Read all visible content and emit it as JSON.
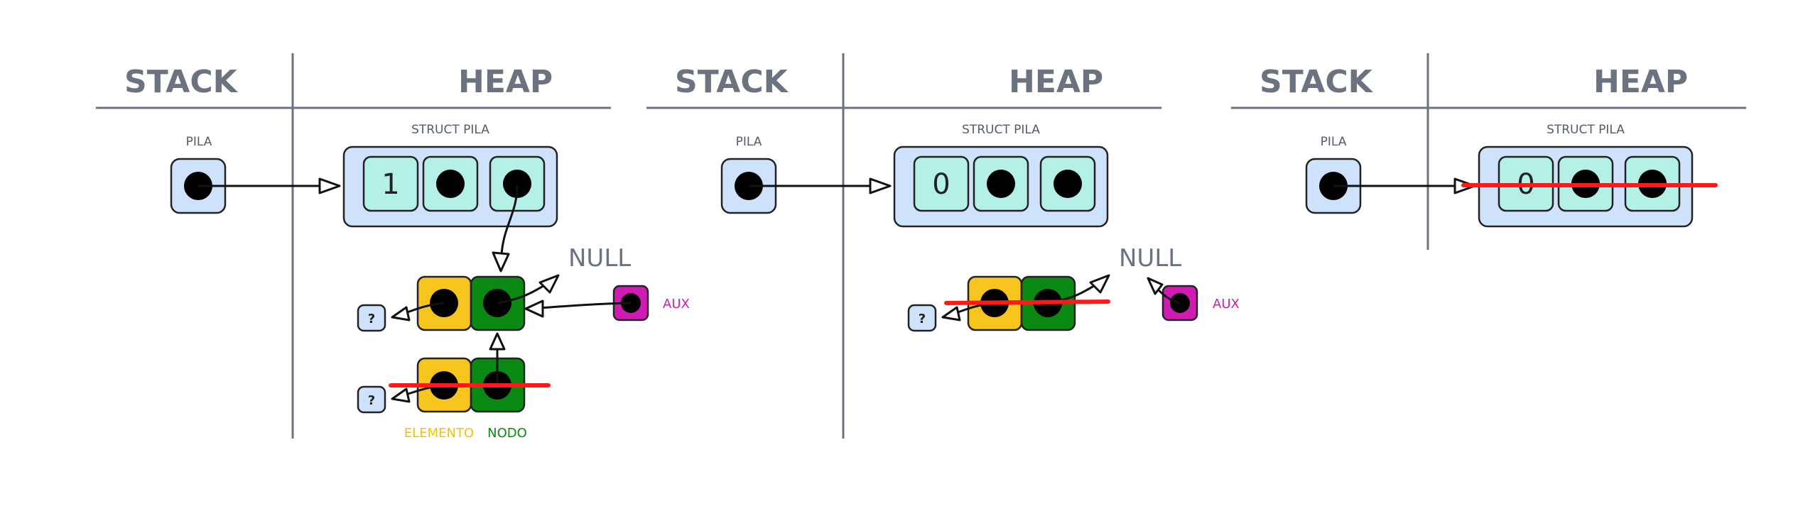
{
  "labels": {
    "stack": "STACK",
    "heap": "HEAP",
    "struct_pila": "STRUCT PILA",
    "pila": "PILA",
    "null": "NULL",
    "unknown": "?",
    "aux": "AUX",
    "elemento": "ELEMENTO",
    "nodo": "NODO"
  },
  "panels": [
    {
      "id": "panel-1",
      "struct_value": "1"
    },
    {
      "id": "panel-2",
      "struct_value": "0"
    },
    {
      "id": "panel-3",
      "struct_value": "0"
    }
  ],
  "colors": {
    "stack_cell": "#cfe2fb",
    "struct_field": "#b3f0e6",
    "elemento": "#f8c51e",
    "nodo": "#0b8a13",
    "aux": "#d01ab4",
    "strike": "#ff1a1a",
    "header": "#6b7380"
  }
}
